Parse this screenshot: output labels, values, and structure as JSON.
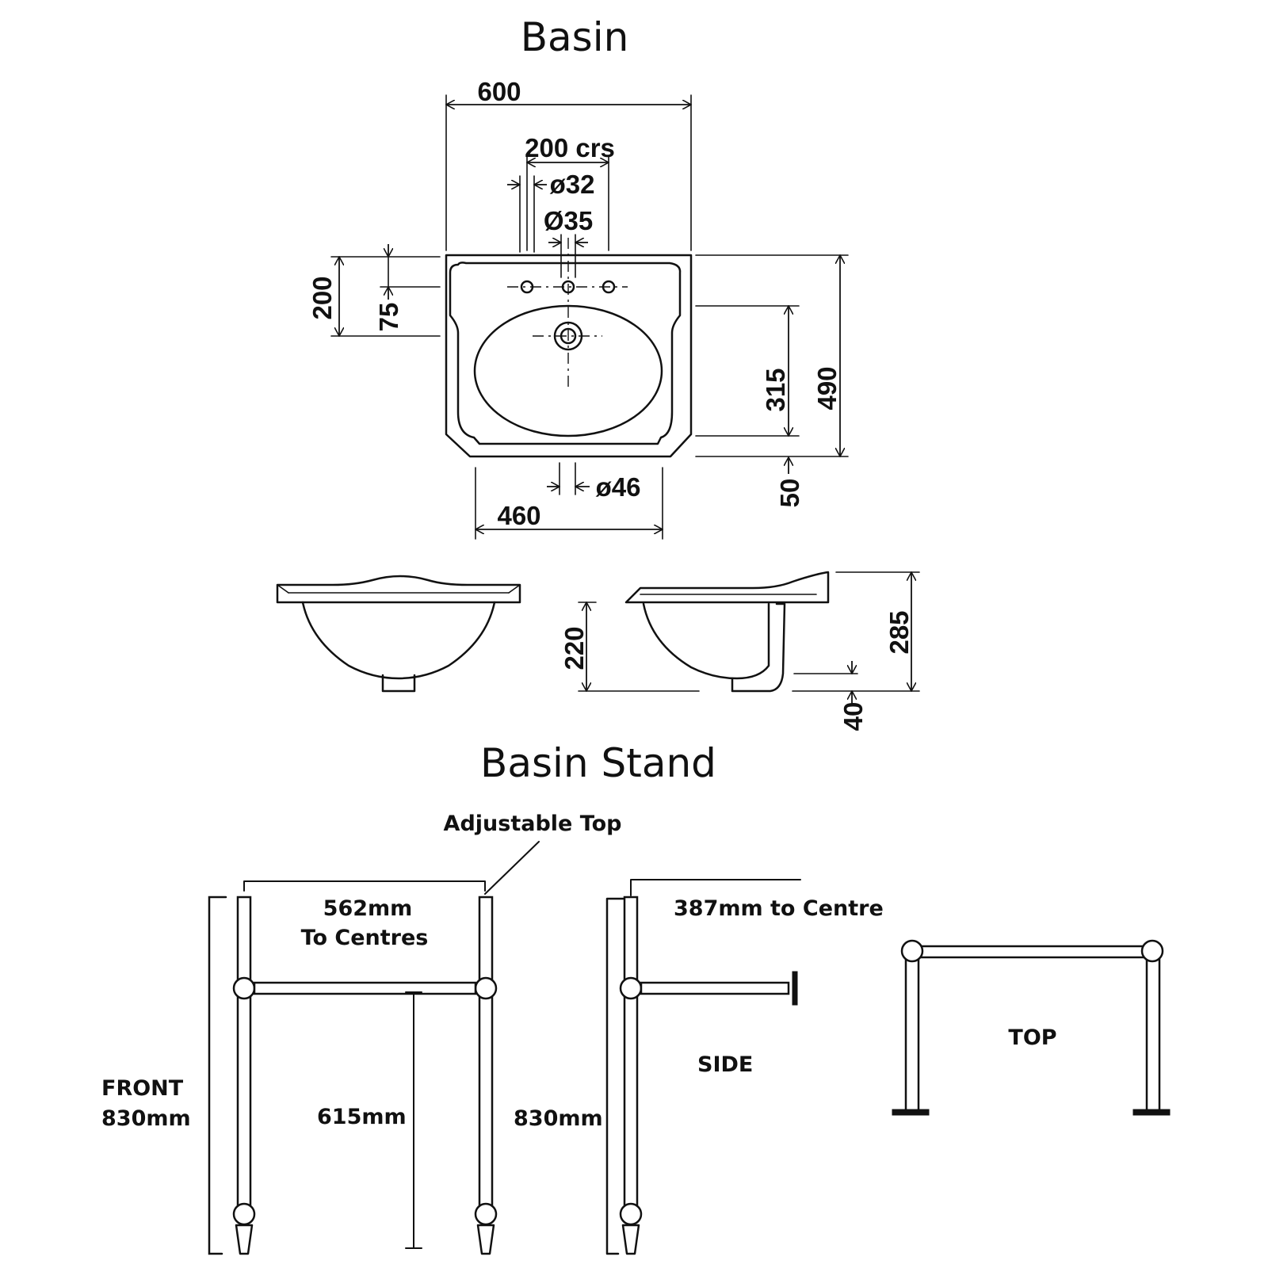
{
  "titles": {
    "basin": "Basin",
    "stand": "Basin Stand"
  },
  "basin_dims": {
    "width": "600",
    "tap_centres": "200 crs",
    "tap_hole": "ø32",
    "centre_hole": "Ø35",
    "depth_to_bowl": "200",
    "tap_row_offset": "75",
    "bowl_length": "315",
    "overall_depth": "490",
    "front_rim": "50",
    "waste": "ø46",
    "bowl_width": "460",
    "bowl_height": "220",
    "overall_height": "285",
    "waste_height": "40"
  },
  "stand_labels": {
    "adjustable_top": "Adjustable Top",
    "front_centres_line1": "562mm",
    "front_centres_line2": "To Centres",
    "front_view_line1": "FRONT",
    "front_view_line2": "830mm",
    "rail_height": "615mm",
    "side_height": "830mm",
    "side_centre": "387mm to Centre",
    "side_view": "SIDE",
    "top_view": "TOP"
  }
}
